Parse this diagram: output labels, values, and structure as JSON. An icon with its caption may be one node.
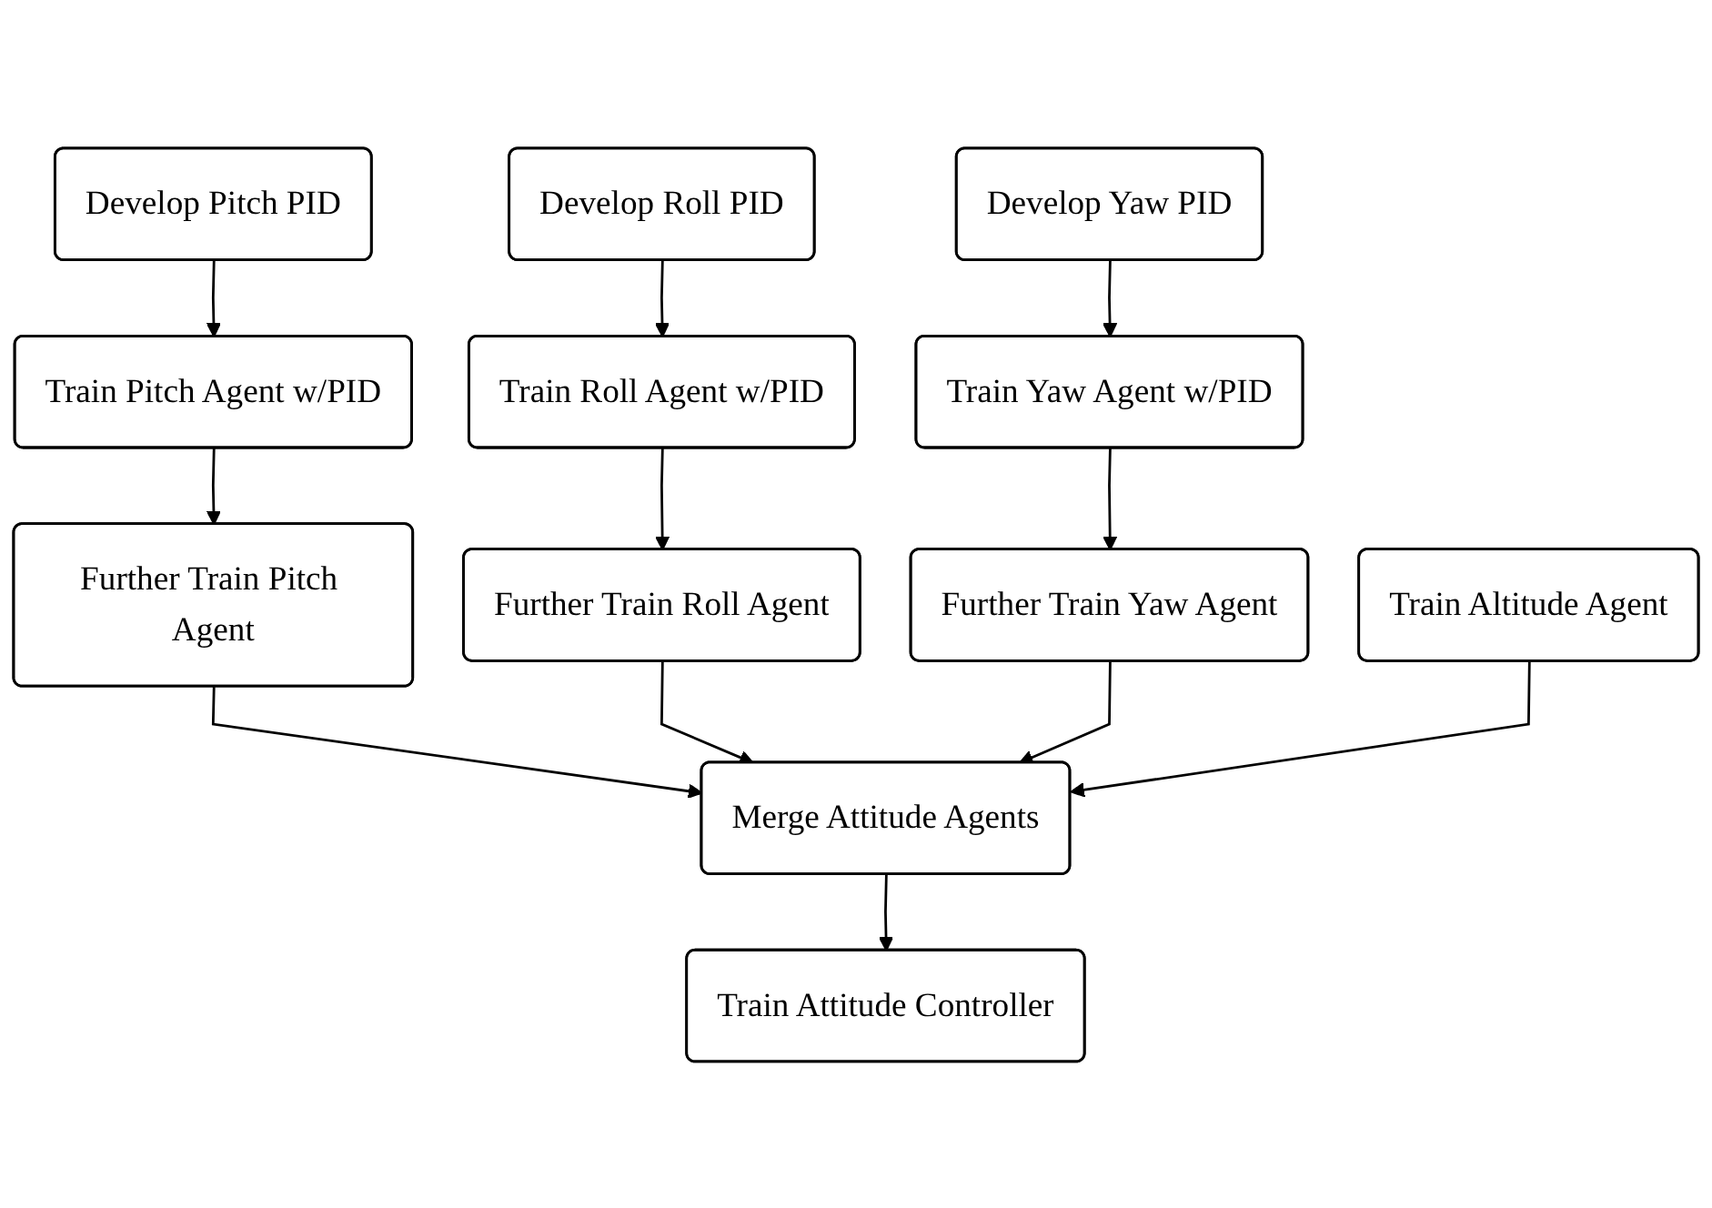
{
  "diagram": {
    "nodes": [
      {
        "text": [
          "Develop Pitch PID"
        ]
      },
      {
        "text": [
          "Develop Roll PID"
        ]
      },
      {
        "text": [
          "Develop Yaw PID"
        ]
      },
      {
        "text": [
          "Train Pitch Agent w/PID"
        ]
      },
      {
        "text": [
          "Train Roll Agent w/PID"
        ]
      },
      {
        "text": [
          "Train Yaw Agent w/PID"
        ]
      },
      {
        "text": [
          "Further Train Pitch Agent"
        ]
      },
      {
        "text": [
          "Further Train Roll Agent"
        ]
      },
      {
        "text": [
          "Further Train Yaw Agent"
        ]
      },
      {
        "text": [
          "Train Altitude Agent"
        ]
      },
      {
        "text": [
          "Merge Attitude Agents"
        ]
      },
      {
        "text": [
          "Train Attitude Controller"
        ]
      }
    ],
    "edges": [
      {
        "from": 0,
        "to": 3,
        "arrow": "to"
      },
      {
        "from": 1,
        "to": 4,
        "arrow": "to"
      },
      {
        "from": 2,
        "to": 5,
        "arrow": "to"
      },
      {
        "from": 3,
        "to": 6,
        "arrow": "to"
      },
      {
        "from": 4,
        "to": 7,
        "arrow": "to"
      },
      {
        "from": 5,
        "to": 8,
        "arrow": "to"
      },
      {
        "from": 6,
        "to": 10,
        "arrow": "to"
      },
      {
        "from": 7,
        "to": 10,
        "arrow": "to"
      },
      {
        "from": 8,
        "to": 10,
        "arrow": "to"
      },
      {
        "from": 9,
        "to": 10,
        "arrow": "to"
      },
      {
        "from": 10,
        "to": 11,
        "arrow": "to"
      }
    ]
  }
}
